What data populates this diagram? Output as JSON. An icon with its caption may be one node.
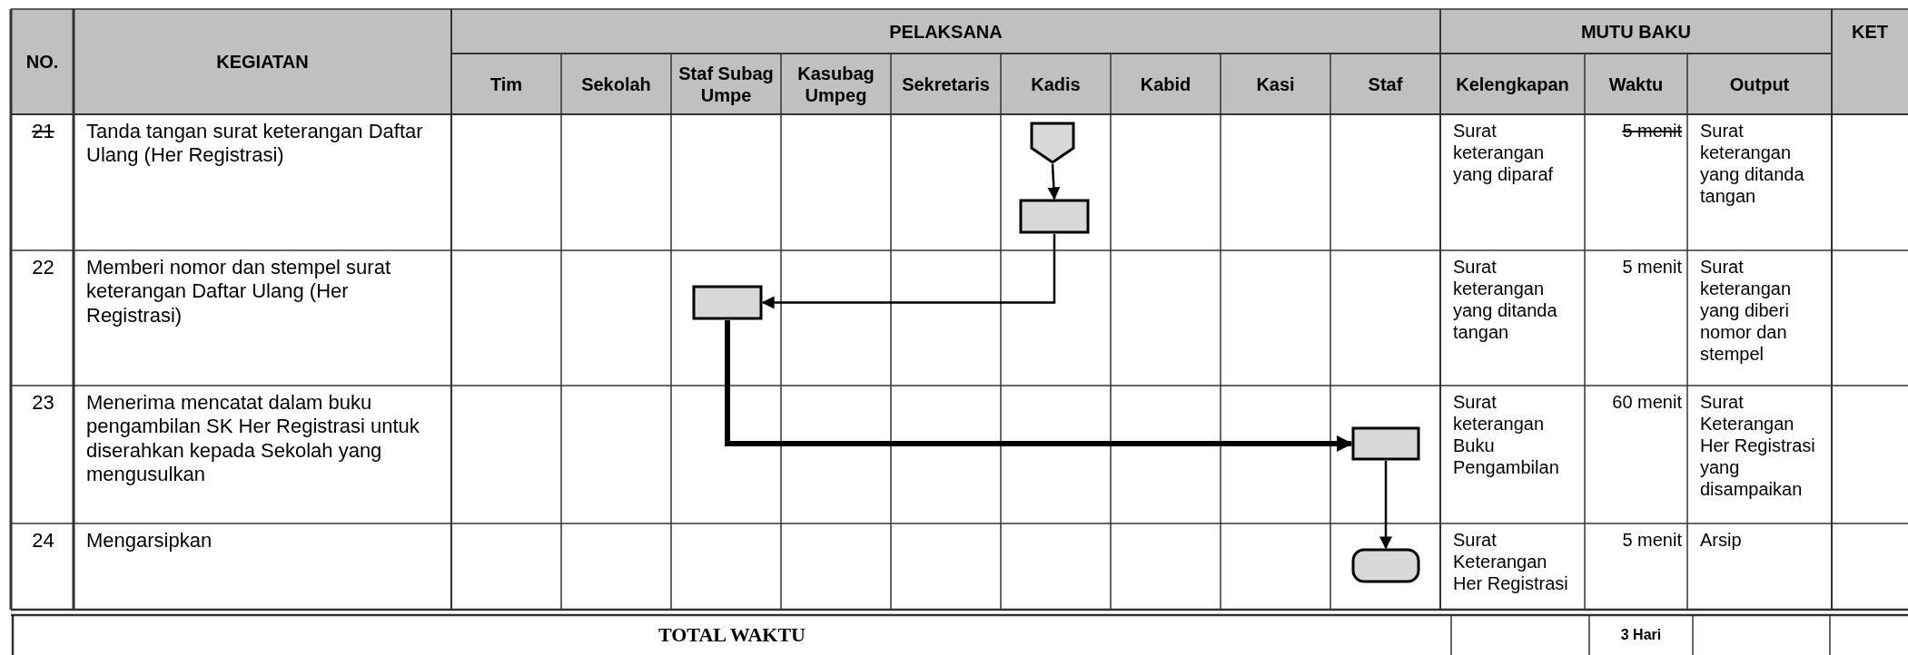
{
  "diagram": {
    "nodes": [
      {
        "text": [],
        "shape": "pentagon"
      },
      {
        "text": [],
        "shape": "box"
      },
      {
        "text": [],
        "shape": "box"
      },
      {
        "text": [],
        "shape": "box"
      },
      {
        "text": [],
        "shape": "rounded"
      }
    ],
    "edges": [
      {
        "from": 0,
        "to": 1,
        "arrow": "to"
      },
      {
        "from": 1,
        "to": 2,
        "arrow": "to"
      },
      {
        "from": 2,
        "to": 3,
        "arrow": "to",
        "style": "thick"
      },
      {
        "from": 3,
        "to": 4,
        "arrow": "to"
      }
    ],
    "labels": [
      "NO.",
      "KEGIATAN",
      "PELAKSANA",
      "MUTU BAKU",
      "KET",
      "Tim",
      "Sekolah",
      "Staf Subag Umpe",
      "Kasubag Umpeg",
      "Sekretaris",
      "Kadis",
      "Kabid",
      "Kasi",
      "Staf",
      "Kelengkapan",
      "Waktu",
      "Output",
      "21",
      "Tanda tangan surat keterangan Daftar Ulang (Her Registrasi)",
      "Surat keterangan yang diparaf",
      "5 menit",
      "Surat keterangan yang ditanda tangan",
      "22",
      "Memberi nomor dan stempel surat keterangan Daftar Ulang (Her Registrasi)",
      "Surat keterangan yang ditanda tangan",
      "5 menit",
      "Surat keterangan yang diberi nomor dan stempel",
      "23",
      "Menerima mencatat dalam buku pengambilan SK Her Registrasi untuk diserahkan kepada Sekolah yang mengusulkan",
      "Surat keterangan Buku Pengambilan",
      "60 menit",
      "Surat Keterangan Her Registrasi yang disampaikan",
      "24",
      "Mengarsipkan",
      "Surat Keterangan Her Registrasi",
      "5 menit",
      "Arsip",
      "TOTAL WAKTU",
      "3 Hari"
    ]
  }
}
